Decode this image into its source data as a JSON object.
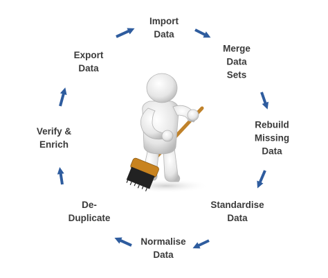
{
  "cycle": {
    "steps": [
      {
        "label": "Import\nData"
      },
      {
        "label": "Merge\nData\nSets"
      },
      {
        "label": "Rebuild\nMissing\nData"
      },
      {
        "label": "Standardise\nData"
      },
      {
        "label": "Normalise\nData"
      },
      {
        "label": "De-\nDuplicate"
      },
      {
        "label": "Verify &\nEnrich"
      },
      {
        "label": "Export\nData"
      }
    ],
    "arrow_color": "#2e5c9e",
    "text_color": "#3a3a3a"
  },
  "figure": {
    "icon": "cleaning-figure-with-broom-icon"
  }
}
